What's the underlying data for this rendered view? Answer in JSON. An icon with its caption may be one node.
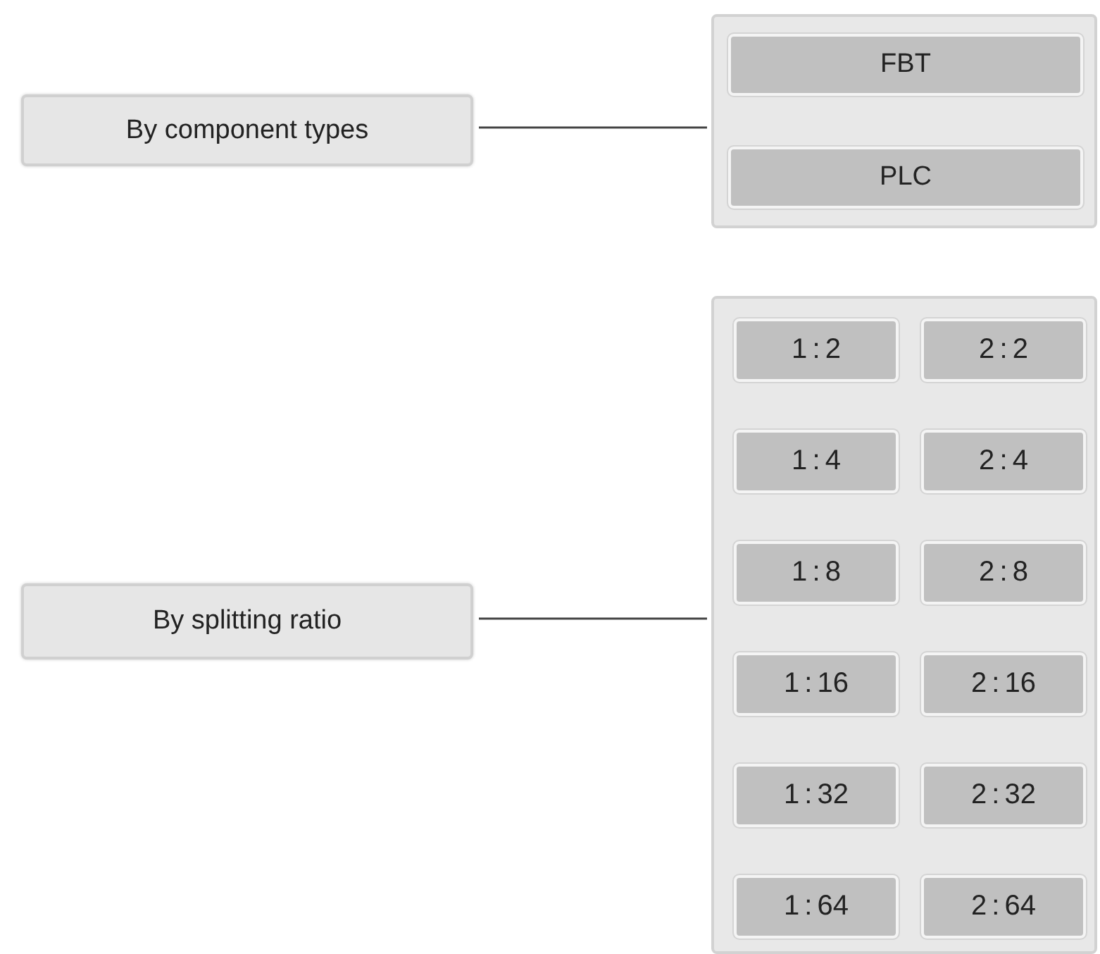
{
  "diagram": {
    "nodes": [
      {
        "text": [
          "By component types"
        ]
      },
      {
        "text": [],
        "shape": "box"
      },
      {
        "text": [
          "FBT"
        ],
        "in": 1
      },
      {
        "text": [
          "PLC"
        ],
        "in": 1
      },
      {
        "text": [
          "By splitting ratio"
        ]
      },
      {
        "text": [],
        "shape": "box"
      },
      {
        "text": [
          "1 : 2"
        ],
        "in": 5
      },
      {
        "text": [
          "2 : 2"
        ],
        "in": 5
      },
      {
        "text": [
          "1 : 4"
        ],
        "in": 5
      },
      {
        "text": [
          "2 : 4"
        ],
        "in": 5
      },
      {
        "text": [
          "1 : 8"
        ],
        "in": 5
      },
      {
        "text": [
          "2 : 8"
        ],
        "in": 5
      },
      {
        "text": [
          "1 : 16"
        ],
        "in": 5
      },
      {
        "text": [
          "2 : 16"
        ],
        "in": 5
      },
      {
        "text": [
          "1 : 32"
        ],
        "in": 5
      },
      {
        "text": [
          "2 : 32"
        ],
        "in": 5
      },
      {
        "text": [
          "1 : 64"
        ],
        "in": 5
      },
      {
        "text": [
          "2 : 64"
        ],
        "in": 5
      }
    ],
    "edges": [
      {
        "from": 0,
        "to": 1,
        "arrow": "none"
      },
      {
        "from": 4,
        "to": 5,
        "arrow": "none"
      }
    ]
  }
}
